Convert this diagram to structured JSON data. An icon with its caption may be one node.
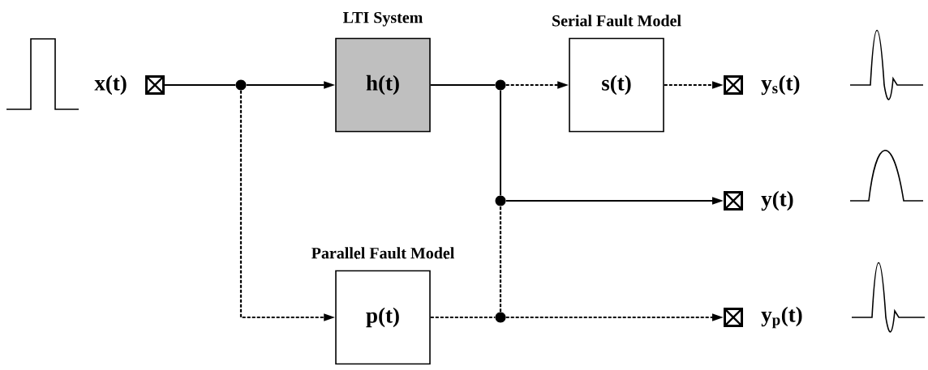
{
  "diagram": {
    "nodes": [
      {
        "text": [],
        "shape": "box",
        "beside": [
          "x(t)"
        ]
      },
      {
        "text": [],
        "shape": "circle"
      },
      {
        "text": [
          "LTI System",
          "h(t)"
        ]
      },
      {
        "text": [],
        "shape": "circle"
      },
      {
        "text": [
          "Serial Fault Model",
          "s(t)"
        ]
      },
      {
        "text": [],
        "shape": "box",
        "beside": [
          "y$_{s}$(t)"
        ]
      },
      {
        "text": [],
        "shape": "circle"
      },
      {
        "text": [],
        "shape": "box",
        "beside": [
          "y(t)"
        ]
      },
      {
        "text": [
          "Parallel Fault Model",
          "p(t)"
        ]
      },
      {
        "text": [],
        "shape": "circle"
      },
      {
        "text": [],
        "shape": "box",
        "beside": [
          "y$_{p}$(t)"
        ]
      }
    ],
    "edges": [
      {
        "from": 0,
        "to": 1,
        "arrow": "none"
      },
      {
        "from": 1,
        "to": 2,
        "arrow": "to"
      },
      {
        "from": 1,
        "to": 8,
        "arrow": "to",
        "style": "dashed"
      },
      {
        "from": 2,
        "to": 3,
        "arrow": "none"
      },
      {
        "from": 3,
        "to": 4,
        "arrow": "to",
        "style": "dashed"
      },
      {
        "from": 4,
        "to": 5,
        "arrow": "to",
        "style": "dashed"
      },
      {
        "from": 3,
        "to": 6,
        "arrow": "none"
      },
      {
        "from": 6,
        "to": 7,
        "arrow": "to"
      },
      {
        "from": 9,
        "to": 6,
        "arrow": "none",
        "style": "dashed"
      },
      {
        "from": 8,
        "to": 9,
        "arrow": "none",
        "style": "dashed"
      },
      {
        "from": 9,
        "to": 10,
        "arrow": "to",
        "style": "dashed"
      }
    ]
  }
}
